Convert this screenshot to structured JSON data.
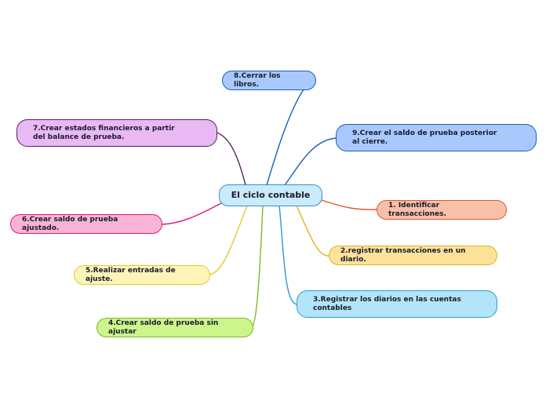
{
  "center": {
    "label": "El ciclo contable",
    "fill": "#c9ebfb",
    "stroke": "#3a8fc9"
  },
  "nodes": [
    {
      "id": "n1",
      "label": "1. Identificar transacciones.",
      "fill": "#f8bfa9",
      "stroke": "#e2582a",
      "line": "#e2582a"
    },
    {
      "id": "n2",
      "label": "2.registrar transacciones en un diario.",
      "fill": "#fde29a",
      "stroke": "#e8b21c",
      "line": "#e8b21c"
    },
    {
      "id": "n3",
      "label": "3.Registrar los diarios en las cuentas contables",
      "fill": "#b3e5fa",
      "stroke": "#2b9ad6",
      "line": "#2b9ad6"
    },
    {
      "id": "n4",
      "label": "4.Crear saldo de prueba sin ajustar",
      "fill": "#ccf58a",
      "stroke": "#7fb526",
      "line": "#7fb526"
    },
    {
      "id": "n5",
      "label": "5.Realizar entradas de ajuste.",
      "fill": "#fdf5b8",
      "stroke": "#e6cc24",
      "line": "#e6cc24"
    },
    {
      "id": "n6",
      "label": "6.Crear saldo de prueba ajustado.",
      "fill": "#f9b4d5",
      "stroke": "#e01778",
      "line": "#e01778"
    },
    {
      "id": "n7",
      "label": "7.Crear estados financieros a partir del balance de prueba.",
      "fill": "#e9b9f4",
      "stroke": "#5a1e63",
      "line": "#5a1e63"
    },
    {
      "id": "n8",
      "label": "8.Cerrar los libros.",
      "fill": "#a9c8fb",
      "stroke": "#1b5fb7",
      "line": "#1b5fb7"
    },
    {
      "id": "n9",
      "label": "9.Crear el saldo de prueba posterior al cierre.",
      "fill": "#a9c8fb",
      "stroke": "#1b5fb7",
      "line": "#1b5fb7"
    }
  ]
}
